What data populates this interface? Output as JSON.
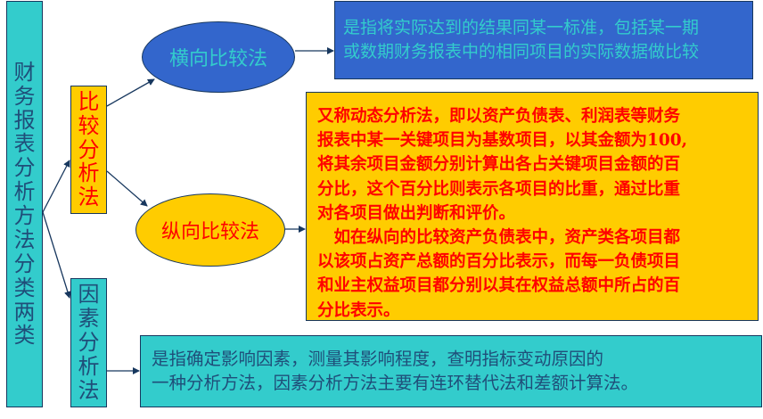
{
  "diagram": {
    "root": {
      "label": "财务报表分析方法分类两类",
      "chars": [
        "财",
        "务",
        "报",
        "表",
        "分",
        "析",
        "方",
        "法",
        "分",
        "类",
        "两",
        "类"
      ]
    },
    "comparison_method": {
      "label": "比较分析法",
      "chars": [
        "比",
        "较",
        "分",
        "析",
        "法"
      ]
    },
    "factor_method": {
      "label": "因素分析法",
      "chars": [
        "因",
        "素",
        "分",
        "析",
        "法"
      ]
    },
    "horizontal_comparison": {
      "label": "横向比较法",
      "description_lines": [
        "是指将实际达到的结果同某一标准，包括某一期",
        "或数期财务报表中的相同项目的实际数据做比较"
      ]
    },
    "vertical_comparison": {
      "label": "纵向比较法",
      "description_lines": [
        "又称动态分析法，即以资产负债表、利润表等财务",
        "报表中某一关键项目为基数项目，以其金额为100,",
        "将其余项目金额分别计算出各占关键项目金额的百",
        "分比，这个百分比则表示各项目的比重，通过比重",
        "对各项目做出判断和评价。",
        "　如在纵向的比较资产负债表中，资产类各项目都",
        "以该项占资产总额的百分比表示，而每一负债项目",
        "和业主权益项目都分别以其在权益总额中所占的百",
        "分比表示。"
      ]
    },
    "factor_description_lines": [
      "是指确定影响因素，测量其影响程度，查明指标变动原因的",
      "一种分析方法，因素分析方法主要有连环替代法和差额计算法。"
    ]
  },
  "colors": {
    "teal": "#33cccc",
    "blue": "#3366cc",
    "yellow": "#ffcc00",
    "red": "#ff0000",
    "navy": "#1f4e79",
    "border": "#17375e"
  }
}
